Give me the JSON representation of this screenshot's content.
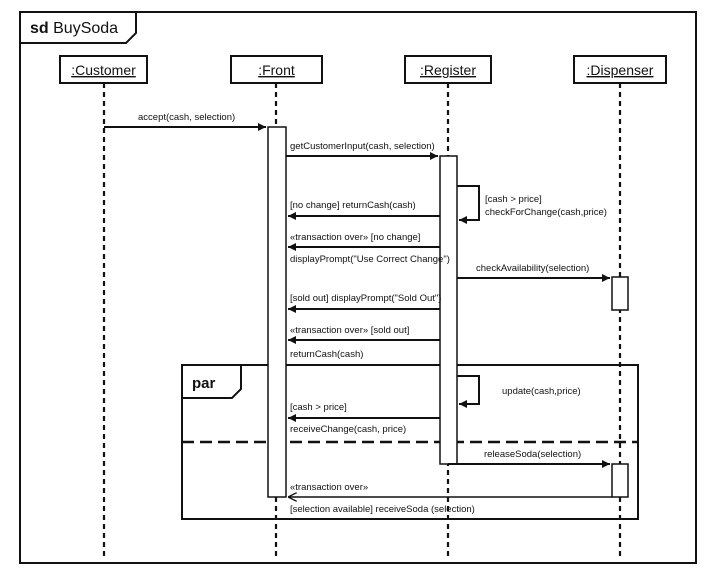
{
  "diagram": {
    "frame": {
      "keyword": "sd",
      "name": "BuySoda"
    },
    "lifelines": [
      {
        "id": "customer",
        "name": ":Customer"
      },
      {
        "id": "front",
        "name": ":Front"
      },
      {
        "id": "register",
        "name": ":Register"
      },
      {
        "id": "dispenser",
        "name": ":Dispenser"
      }
    ],
    "messages": [
      {
        "id": "m1",
        "text": "accept(cash, selection)"
      },
      {
        "id": "m2",
        "text": "getCustomerInput(cash, selection)"
      },
      {
        "id": "m3a",
        "text": "[cash > price]"
      },
      {
        "id": "m3b",
        "text": "checkForChange(cash,price)"
      },
      {
        "id": "m4",
        "text": "[no change] returnCash(cash)"
      },
      {
        "id": "m5a",
        "text": "«transaction over» [no change]"
      },
      {
        "id": "m5b",
        "text": "displayPrompt(\"Use Correct Change\")"
      },
      {
        "id": "m6",
        "text": "checkAvailability(selection)"
      },
      {
        "id": "m7",
        "text": "[sold out] displayPrompt(\"Sold Out\")"
      },
      {
        "id": "m8a",
        "text": "«transaction over» [sold out]"
      },
      {
        "id": "m8b",
        "text": "returnCash(cash)"
      },
      {
        "id": "m9",
        "text": "update(cash,price)"
      },
      {
        "id": "m10a",
        "text": "[cash > price]"
      },
      {
        "id": "m10b",
        "text": "receiveChange(cash, price)"
      },
      {
        "id": "m11",
        "text": "releaseSoda(selection)"
      },
      {
        "id": "m12a",
        "text": "«transaction over»"
      },
      {
        "id": "m12b",
        "text": "[selection available] receiveSoda (selection)"
      }
    ],
    "fragment": {
      "keyword": "par"
    }
  }
}
